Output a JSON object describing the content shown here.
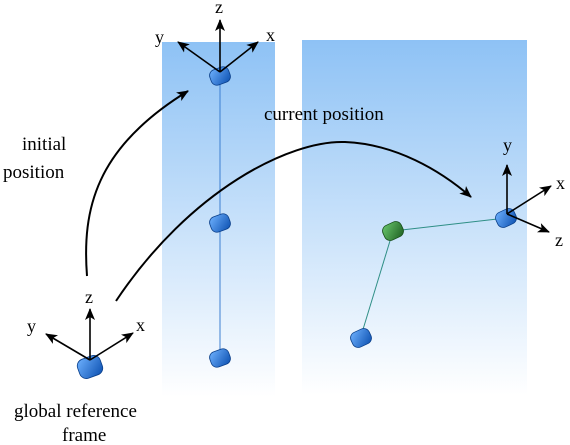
{
  "annotations": {
    "initial_position": [
      "initial",
      "position"
    ],
    "current_position": "current position",
    "global_frame": [
      "global reference",
      "frame"
    ]
  },
  "axes": {
    "global": {
      "x": "x",
      "y": "y",
      "z": "z"
    },
    "initial": {
      "x": "x",
      "y": "y",
      "z": "z"
    },
    "current": {
      "x": "x",
      "y": "y",
      "z": "z"
    }
  },
  "colors": {
    "panel_top": "#8ec2f5",
    "panel_bottom": "#ffffff",
    "joint_blue": "#1d6fd6",
    "joint_green": "#2f8a32",
    "link_blue": "#3d7fd1",
    "link_teal": "#2f8f86"
  }
}
